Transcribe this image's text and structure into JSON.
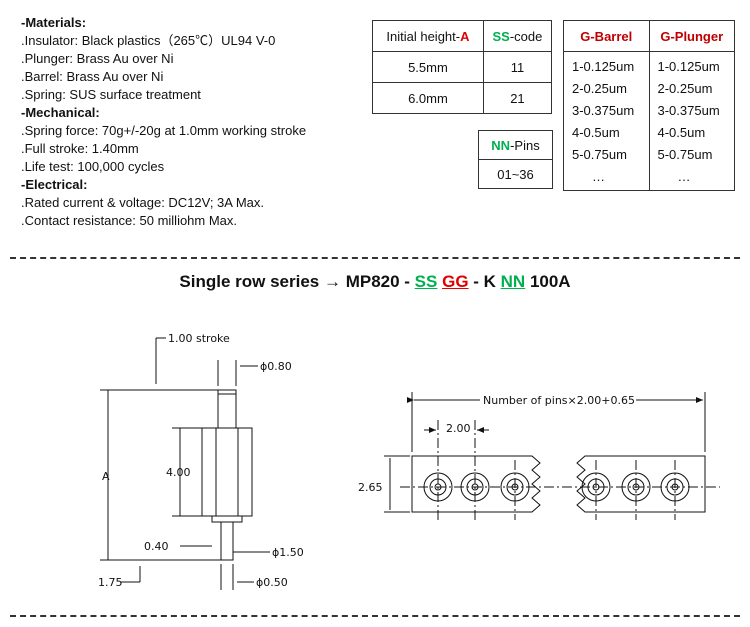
{
  "specs": {
    "materials_heading": "-Materials:",
    "materials": [
      ".Insulator: Black plastics（265℃）UL94 V-0",
      ".Plunger: Brass Au over Ni",
      ".Barrel: Brass Au over Ni",
      ".Spring: SUS surface treatment"
    ],
    "mechanical_heading": "-Mechanical:",
    "mechanical": [
      ".Spring force: 70g+/-20g at 1.0mm working stroke",
      ".Full stroke: 1.40mm",
      ".Life test: 100,000 cycles"
    ],
    "electrical_heading": "-Electrical:",
    "electrical": [
      ".Rated current & voltage: DC12V; 3A Max.",
      ".Contact resistance: 50 milliohm Max."
    ]
  },
  "height_table": {
    "col1_prefix": "Initial height-",
    "col1_code": "A",
    "col2_code": "SS",
    "col2_suffix": "-code",
    "rows": [
      {
        "height": "5.5mm",
        "code": "11"
      },
      {
        "height": "6.0mm",
        "code": "21"
      }
    ]
  },
  "pins_table": {
    "code": "NN",
    "suffix": "-Pins",
    "value": "01~36"
  },
  "plating_table": {
    "col1": "G-Barrel",
    "col2": "G-Plunger",
    "barrel": [
      "1-0.125um",
      "2-0.25um",
      "3-0.375um",
      "4-0.5um",
      "5-0.75um",
      "…"
    ],
    "plunger": [
      "1-0.125um",
      "2-0.25um",
      "3-0.375um",
      "4-0.5um",
      "5-0.75um",
      "…"
    ]
  },
  "series": {
    "prefix": "Single row series ",
    "arrow": "→",
    "model": " MP820 - ",
    "ss": "SS",
    "gg": "GG",
    "mid": " - K ",
    "nn": "NN",
    "suffix": " 100A"
  },
  "side_view": {
    "stroke": "1.00 stroke",
    "plunger_dia": "ϕ0.80",
    "height_label": "A",
    "barrel_len": "4.00",
    "collar": "0.40",
    "tail_dia": "ϕ1.50",
    "tail_len": "1.75",
    "tip_dia": "ϕ0.50"
  },
  "top_view": {
    "total": "Number of pins×2.00+0.65",
    "pitch": "2.00",
    "width": "2.65"
  },
  "colors": {
    "accent_red": "#e00000",
    "accent_green": "#00b050"
  }
}
